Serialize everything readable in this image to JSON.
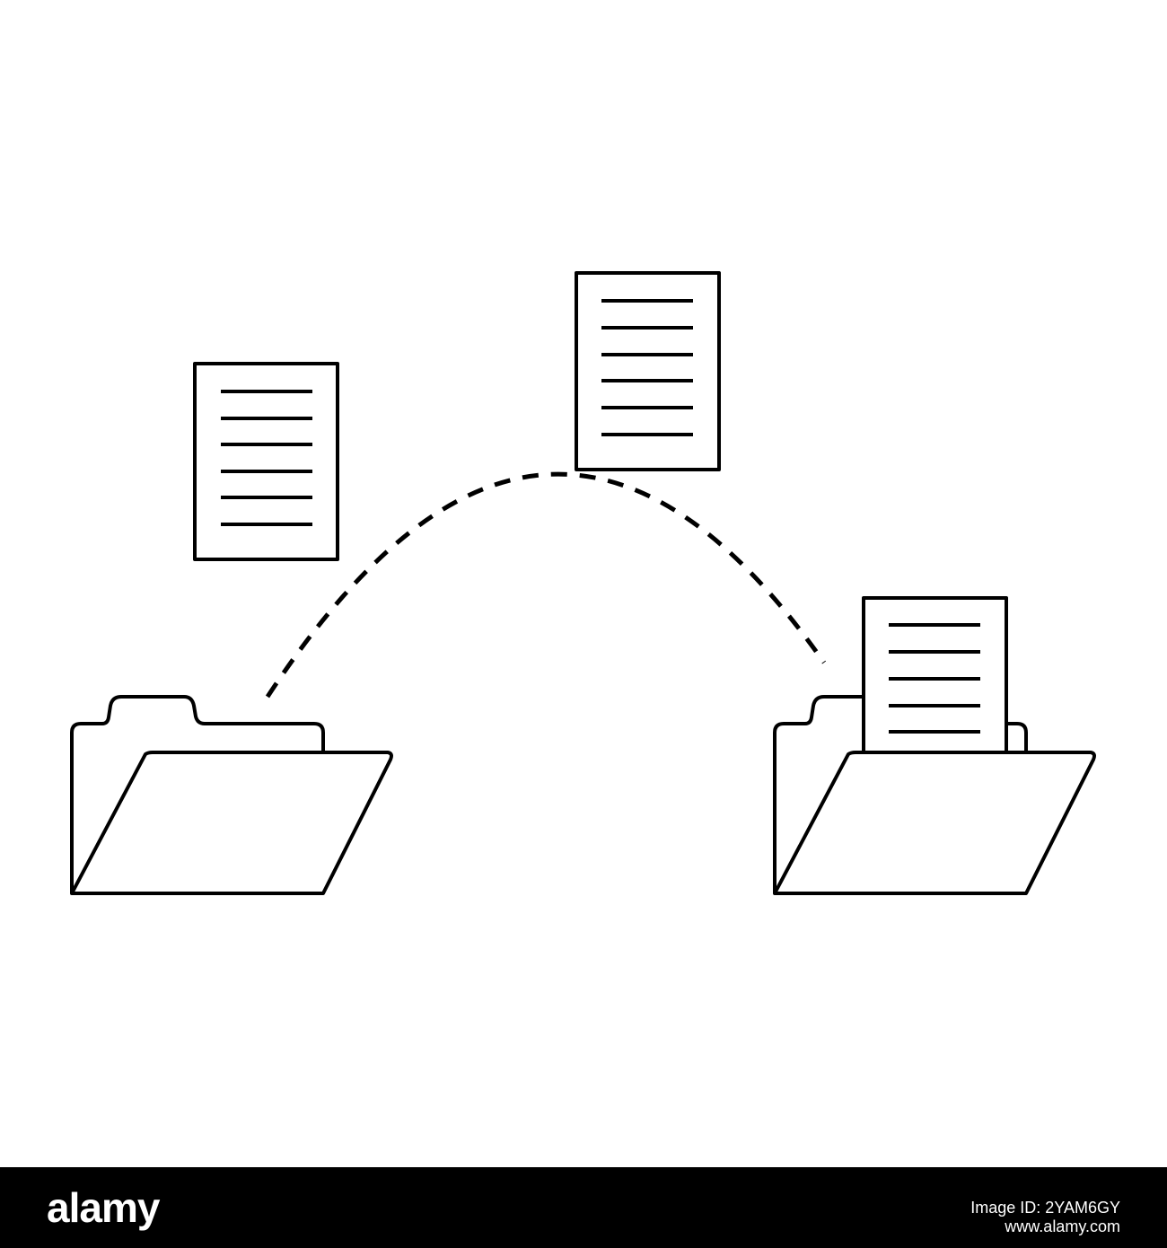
{
  "colors": {
    "background": "#ffffff",
    "stroke": "#000000",
    "footer_background": "#000000",
    "footer_text": "#ffffff"
  },
  "icons": [
    "document-icon",
    "folder-icon",
    "open-folder-icon",
    "dashed-arc-connector"
  ],
  "footer": {
    "brand": "alamy",
    "stock_id": "Image ID: 2YAM6GY",
    "url": "www.alamy.com"
  }
}
